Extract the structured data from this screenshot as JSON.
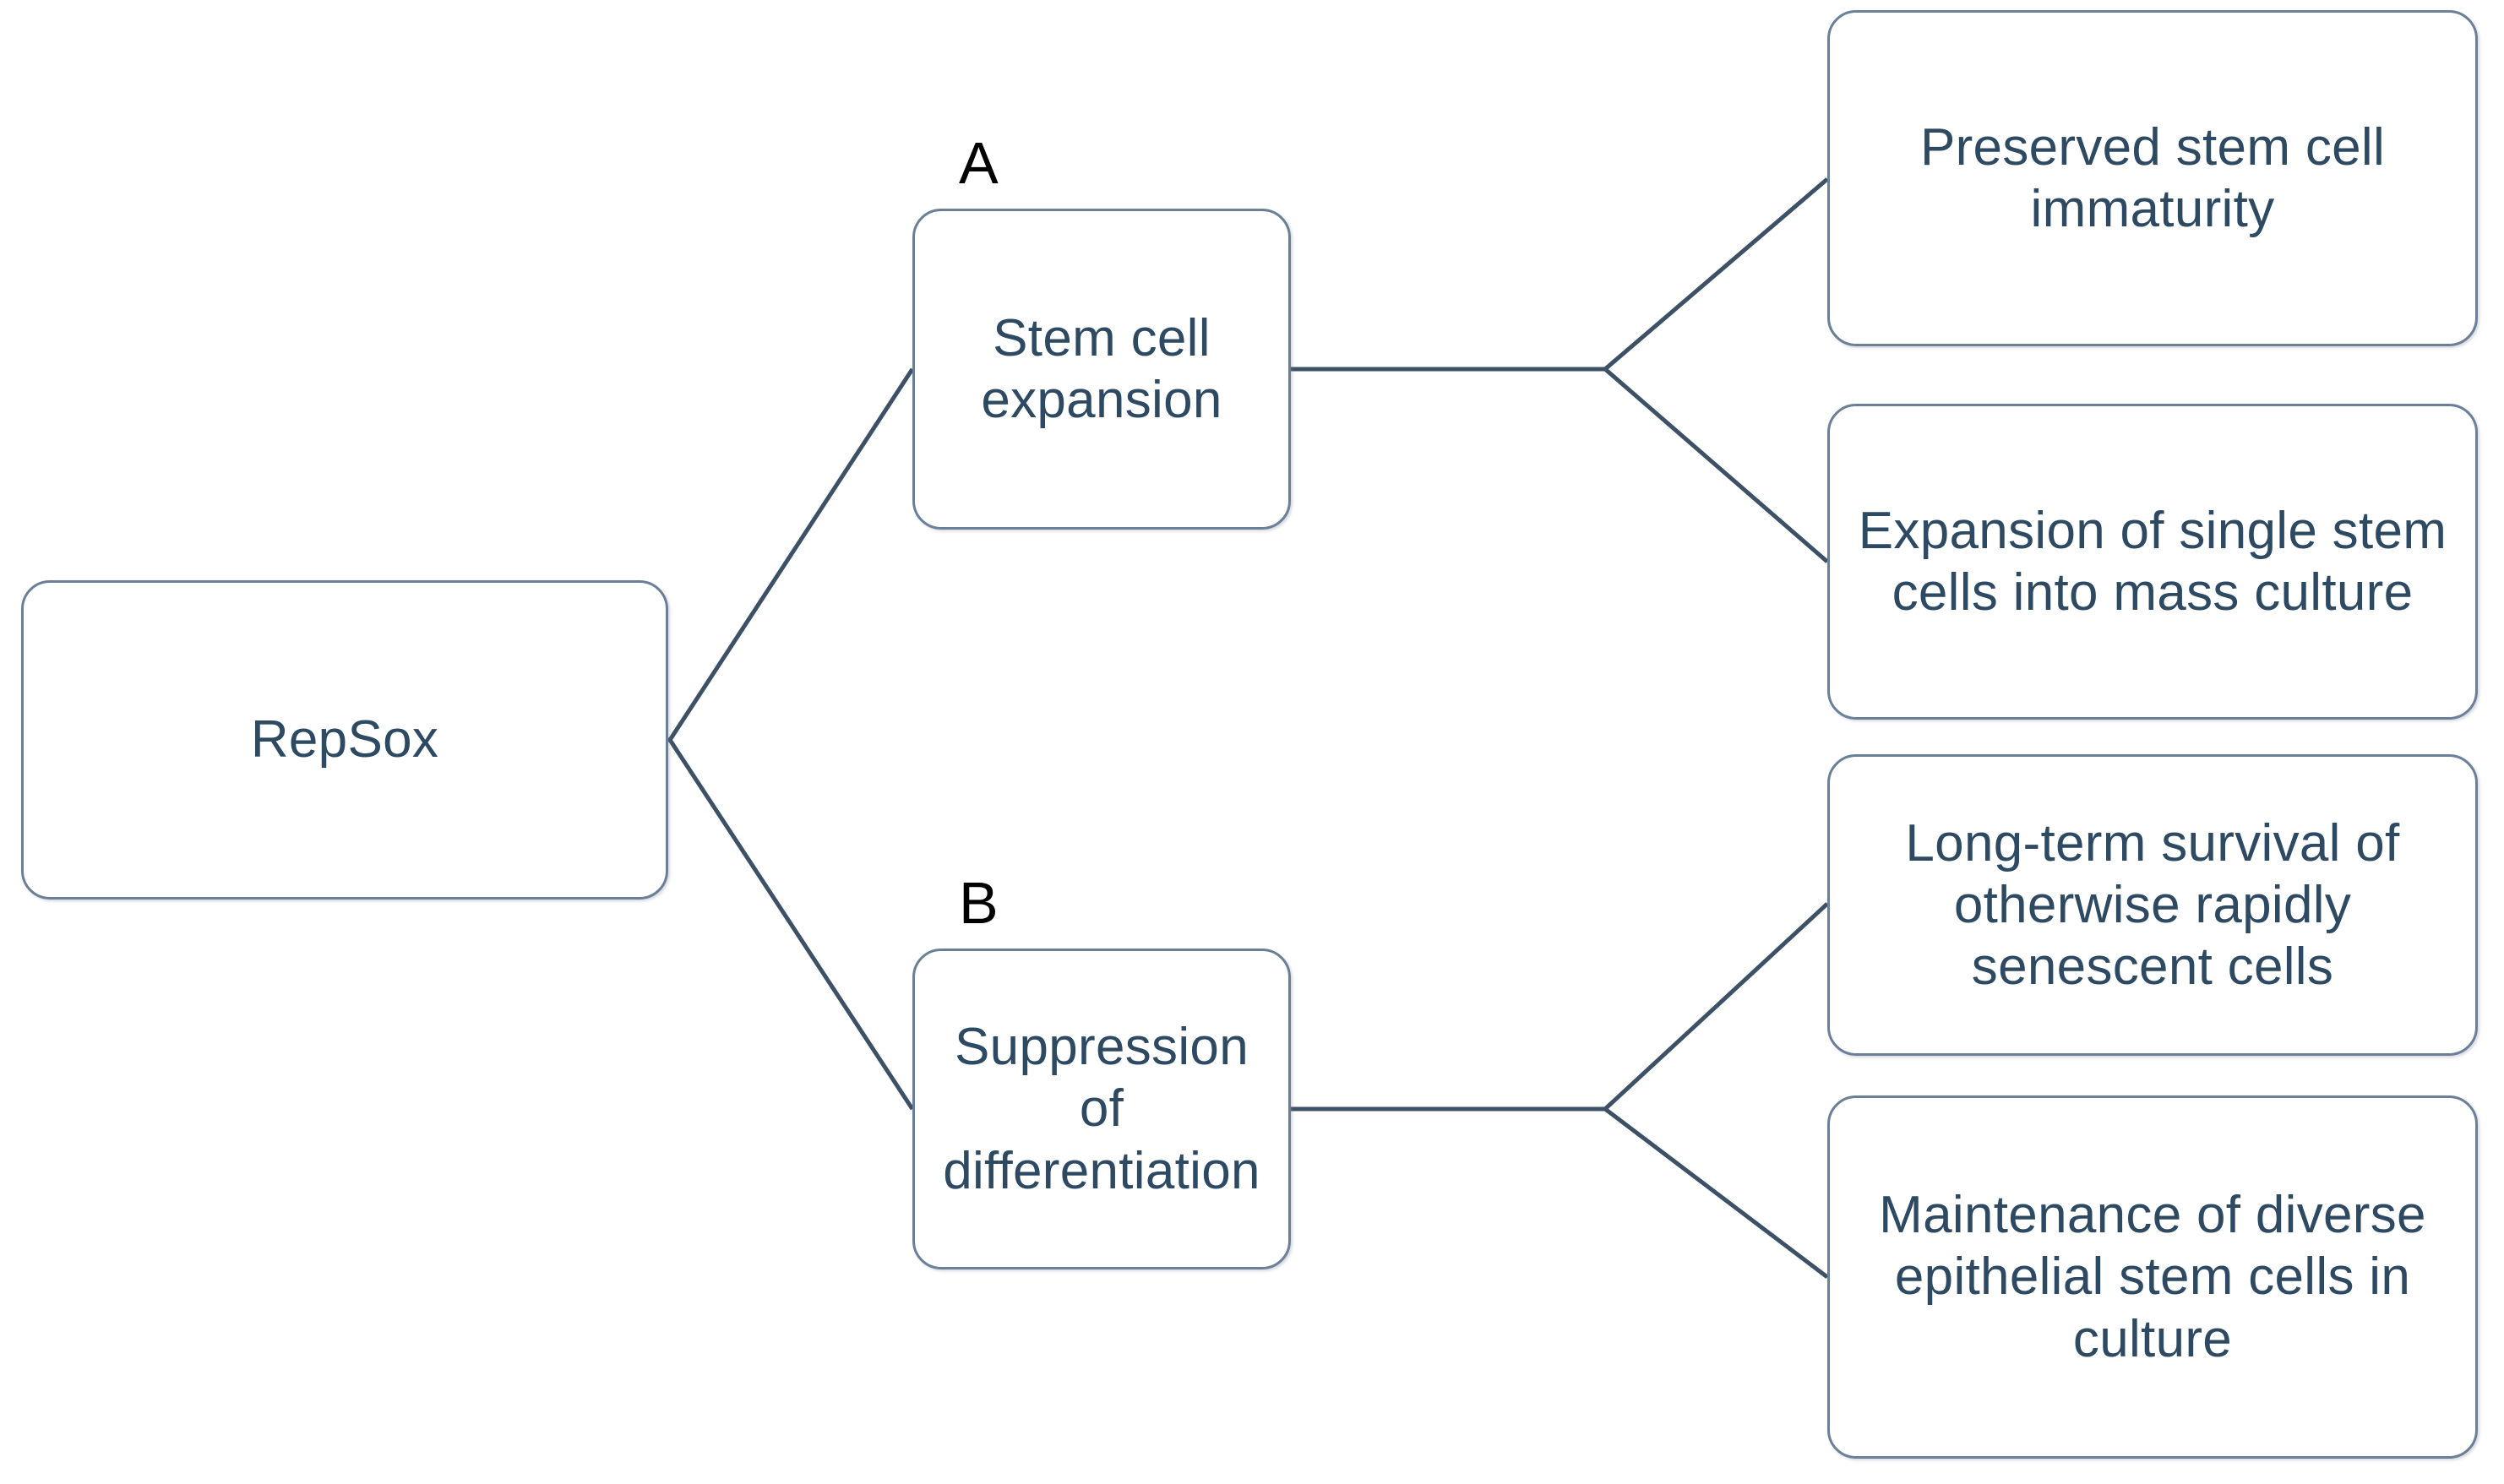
{
  "diagram": {
    "type": "tree-flowchart",
    "root": {
      "label": "RepSox"
    },
    "panel_letters": [
      {
        "id": "a",
        "label": "A"
      },
      {
        "id": "b",
        "label": "B"
      }
    ],
    "branches": [
      {
        "id": "a",
        "panel_letter": "A",
        "label": "Stem cell expansion",
        "outcomes": [
          {
            "id": "a1",
            "label": "Preserved stem cell immaturity"
          },
          {
            "id": "a2",
            "label": "Expansion of single stem cells into mass culture"
          }
        ]
      },
      {
        "id": "b",
        "panel_letter": "B",
        "label": "Suppression of differentiation",
        "outcomes": [
          {
            "id": "b1",
            "label": "Long-term survival of otherwise rapidly senescent cells"
          },
          {
            "id": "b2",
            "label": "Maintenance of diverse epithelial stem cells in culture"
          }
        ]
      }
    ],
    "colors": {
      "node_border": "#6b7f99",
      "node_fill": "#ffffff",
      "node_text": "#2e4a63",
      "connector": "#3d5166",
      "panel_letter_text": "#000000",
      "background": "#ffffff"
    }
  }
}
